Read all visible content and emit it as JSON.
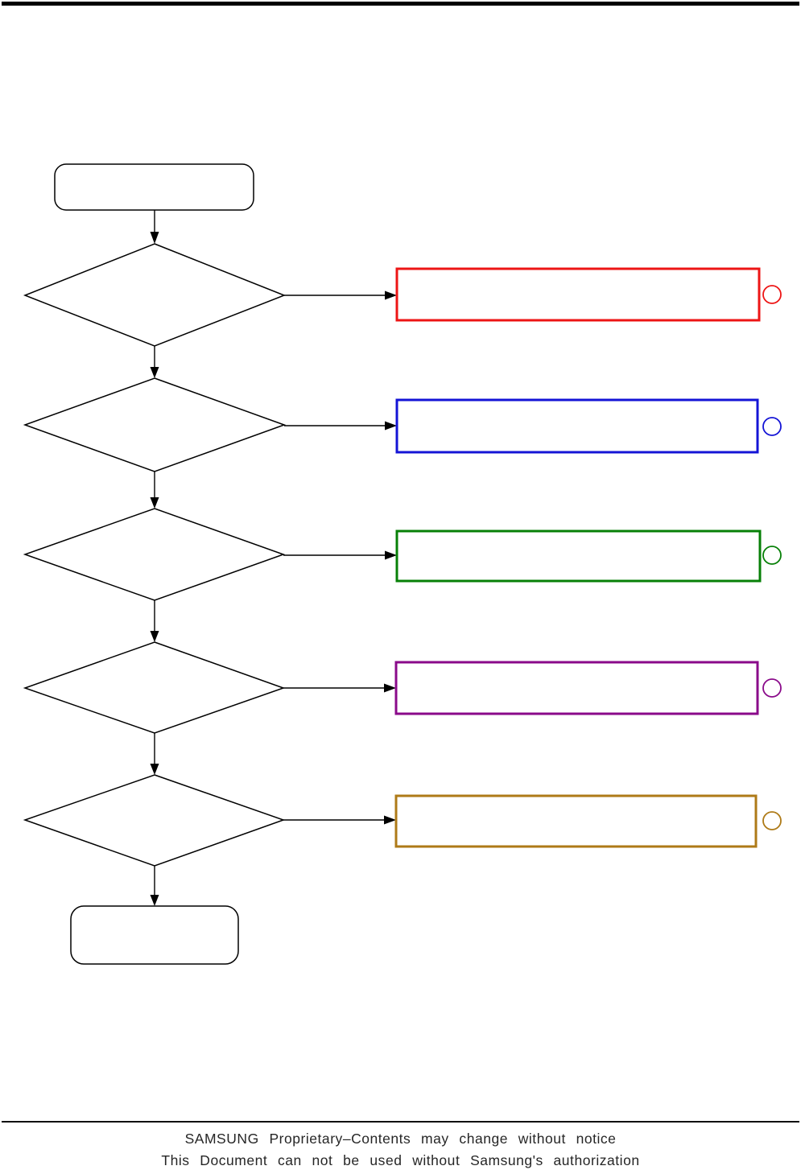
{
  "flowchart": {
    "nodes": {
      "start": {
        "type": "terminator",
        "label": ""
      },
      "decisions": [
        {
          "label": ""
        },
        {
          "label": ""
        },
        {
          "label": ""
        },
        {
          "label": ""
        },
        {
          "label": ""
        }
      ],
      "end": {
        "type": "terminator",
        "label": ""
      }
    },
    "branches": [
      {
        "name": "branch-1",
        "label": "",
        "accent_color": "#ed1515"
      },
      {
        "name": "branch-2",
        "label": "",
        "accent_color": "#1414d6"
      },
      {
        "name": "branch-3",
        "label": "",
        "accent_color": "#078007"
      },
      {
        "name": "branch-4",
        "label": "",
        "accent_color": "#8a0a8a"
      },
      {
        "name": "branch-5",
        "label": "",
        "accent_color": "#ae7a17"
      }
    ]
  },
  "footer": {
    "line1": "SAMSUNG Proprietary–Contents may change without notice",
    "line2": "This Document can not be used without Samsung's authorization"
  }
}
